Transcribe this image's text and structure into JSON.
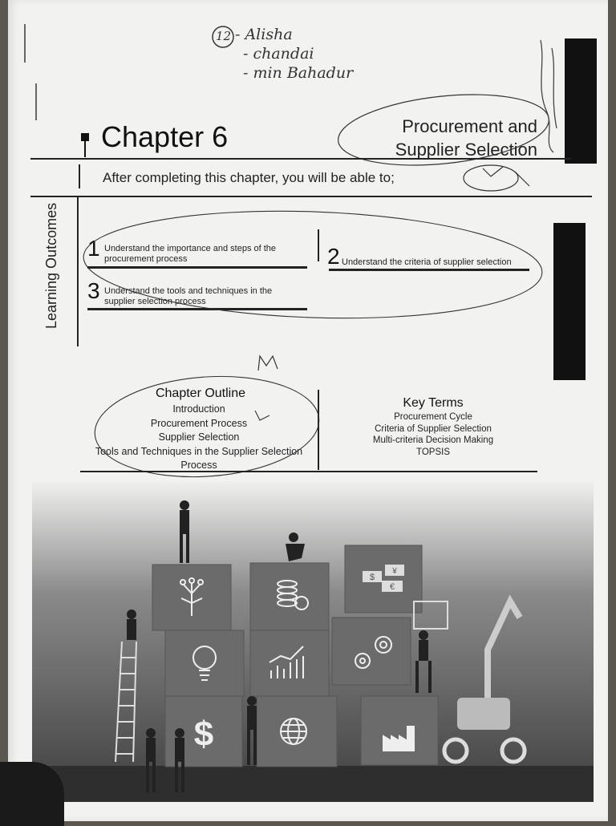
{
  "handwriting": {
    "number": "12",
    "names": [
      "- Alisha",
      "- chandai",
      "- min Bahadur"
    ]
  },
  "chapter": {
    "label": "Chapter 6",
    "title_line1": "Procurement and",
    "title_line2": "Supplier Selection",
    "intro": "After completing this chapter, you will be able to;"
  },
  "learning_outcomes": {
    "label": "Learning Outcomes",
    "items": [
      {
        "num": "1",
        "text": "Understand the importance and steps of the procurement process"
      },
      {
        "num": "2",
        "text": "Understand the criteria of supplier selection"
      },
      {
        "num": "3",
        "text": "Understand the tools and techniques in the supplier selection process"
      }
    ]
  },
  "chapter_outline": {
    "title": "Chapter Outline",
    "items": [
      "Introduction",
      "Procurement Process",
      "Supplier Selection",
      "Tools and Techniques in the Supplier Selection",
      "Process"
    ]
  },
  "key_terms": {
    "title": "Key Terms",
    "items": [
      "Procurement Cycle",
      "Criteria of Supplier Selection",
      "Multi-criteria Decision Making",
      "TOPSIS"
    ]
  },
  "illustration": {
    "icon_names": [
      "idea-tree-icon",
      "coins-icon",
      "currency-icon",
      "lightbulb-icon",
      "bar-chart-icon",
      "gears-icon",
      "dollar-icon",
      "globe-icon",
      "factory-icon",
      "robot-arm-icon"
    ],
    "currency_labels": [
      "$",
      "¥",
      "€"
    ],
    "dollar_label": "$"
  }
}
